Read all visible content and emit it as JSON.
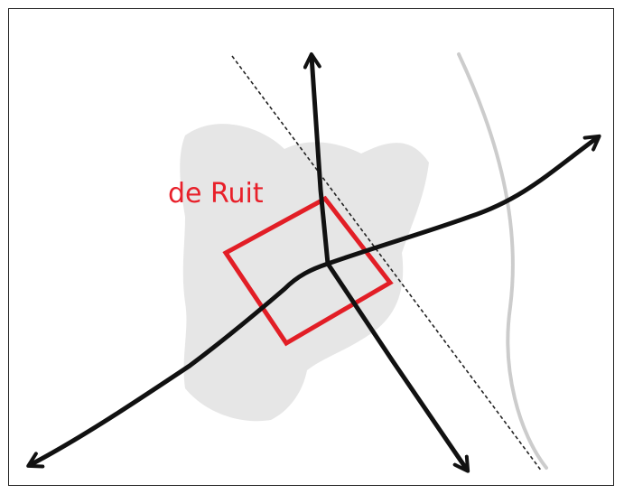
{
  "diagram": {
    "label": "de Ruit",
    "colors": {
      "label": "#e8202a",
      "square": "#e21e26",
      "roads": "#111111",
      "urban_area": "#e6e6e6",
      "curved_line": "#cccccc",
      "dashed_line": "#222222"
    },
    "elements": {
      "roads": [
        "road-north",
        "road-southeast",
        "road-northeast",
        "road-southwest"
      ],
      "boundary": "dashed-line",
      "arc": "curved-line",
      "focus": "de-ruit-square"
    }
  }
}
